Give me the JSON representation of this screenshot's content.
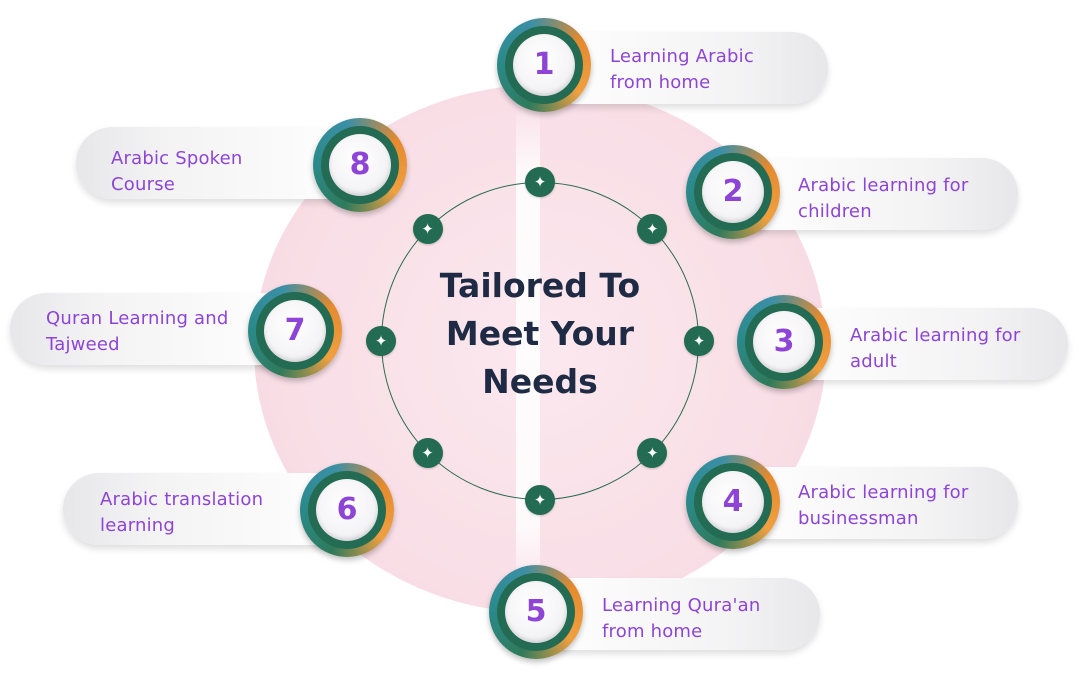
{
  "title_lines": [
    "Tailored To",
    "Meet Your",
    "Needs"
  ],
  "items": [
    {
      "number": "1",
      "line1": "Learning Arabic",
      "line2": "from home"
    },
    {
      "number": "2",
      "line1": "Arabic learning for",
      "line2": "children"
    },
    {
      "number": "3",
      "line1": "Arabic learning for",
      "line2": "adult"
    },
    {
      "number": "4",
      "line1": "Arabic learning for",
      "line2": "businessman"
    },
    {
      "number": "5",
      "line1": "Learning Qura'an",
      "line2": "from home"
    },
    {
      "number": "6",
      "line1": "Arabic translation",
      "line2": "learning"
    },
    {
      "number": "7",
      "line1": "Quran Learning and",
      "line2": "Tajweed"
    },
    {
      "number": "8",
      "line1": "Arabic Spoken",
      "line2": "Course"
    }
  ],
  "icons": {
    "ring_marker": "sparkle-icon"
  },
  "colors": {
    "title": "#1f2a44",
    "label": "#8e44d6",
    "badge_green": "#236b52",
    "badge_orange": "#e58a2f",
    "ring": "#2b6b55",
    "background_disk": "#f9dfe7"
  }
}
